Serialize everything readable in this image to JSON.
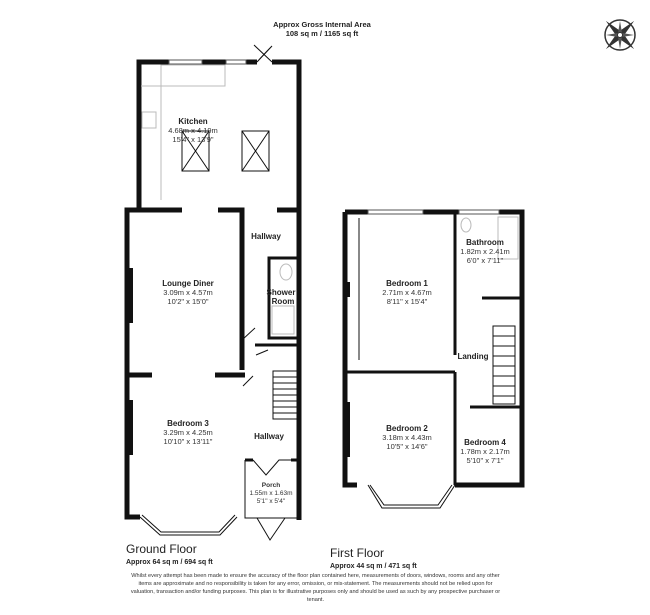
{
  "header": {
    "title": "Approx Gross Internal Area",
    "total_area": "108 sq m / 1165 sq ft"
  },
  "compass": {
    "icon": "compass-rose-icon"
  },
  "ground_floor": {
    "label": "Ground Floor",
    "area": "Approx 64 sq m / 694 sq ft",
    "rooms": {
      "kitchen": {
        "name": "Kitchen",
        "metric": "4.68m x 4.19m",
        "imperial": "15'4\" x 13'9\""
      },
      "lounge": {
        "name": "Lounge Diner",
        "metric": "3.09m x 4.57m",
        "imperial": "10'2\" x 15'0\""
      },
      "bedroom3": {
        "name": "Bedroom 3",
        "metric": "3.29m x 4.25m",
        "imperial": "10'10\" x 13'11\""
      },
      "hallway_upper": {
        "name": "Hallway"
      },
      "shower": {
        "name1": "Shower",
        "name2": "Room"
      },
      "hallway_lower": {
        "name": "Hallway"
      },
      "porch": {
        "name": "Porch",
        "metric": "1.55m x 1.63m",
        "imperial": "5'1\" x 5'4\""
      }
    }
  },
  "first_floor": {
    "label": "First Floor",
    "area": "Approx 44 sq m / 471 sq ft",
    "rooms": {
      "bedroom1": {
        "name": "Bedroom 1",
        "metric": "2.71m x 4.67m",
        "imperial": "8'11\" x 15'4\""
      },
      "bathroom": {
        "name": "Bathroom",
        "metric": "1.82m x 2.41m",
        "imperial": "6'0\" x 7'11\""
      },
      "landing": {
        "name": "Landing"
      },
      "bedroom2": {
        "name": "Bedroom 2",
        "metric": "3.18m x 4.43m",
        "imperial": "10'5\" x 14'6\""
      },
      "bedroom4": {
        "name": "Bedroom 4",
        "metric": "1.78m x 2.17m",
        "imperial": "5'10\" x 7'1\""
      }
    }
  },
  "disclaimer": "Whilst every attempt has been made to ensure the accuracy of the floor plan contained here, measurements of doors, windows, rooms and any other items are approximate and no responsibility is taken for any error, omission, or mis-statement. The measurements should not be relied upon for valuation, transaction and/or funding purposes. This plan is for illustrative purposes only and should be used as such by any prospective purchaser or tenant."
}
